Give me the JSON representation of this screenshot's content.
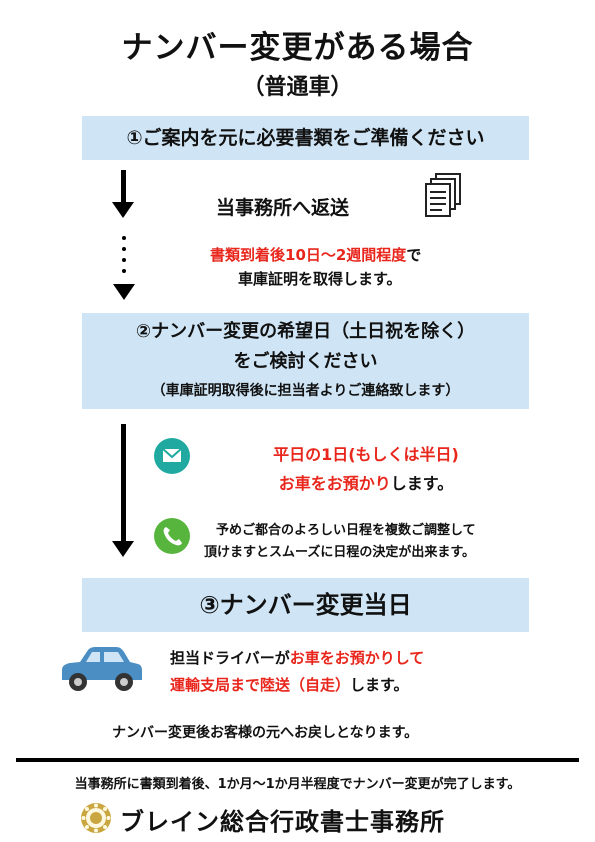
{
  "title": "ナンバー変更がある場合",
  "subtitle": "（普通車）",
  "step1": {
    "label": "①ご案内を元に必要書類をご準備ください"
  },
  "send": {
    "text": "当事務所へ返送",
    "icon": "documents-icon"
  },
  "acquire": {
    "red": "書類到着後10日～2週間程度",
    "rest1": "で",
    "line2": "車庫証明を取得します。"
  },
  "step2": {
    "line1": "②ナンバー変更の希望日（土日祝を除く）",
    "line2": "をご検討ください",
    "line3": "（車庫証明取得後に担当者よりご連絡致します）"
  },
  "mail": {
    "icon": "mail-icon",
    "line1": "平日の1日(もしくは半日)",
    "line2_red": "お車をお預かり",
    "line2_rest": "します。"
  },
  "phone": {
    "icon": "phone-icon",
    "line1": "予めご都合のよろしい日程を複数ご調整して",
    "line2": "頂けますとスムーズに日程の決定が出来ます。"
  },
  "step3": {
    "label": "③ナンバー変更当日"
  },
  "car": {
    "icon": "car-icon",
    "line1_plain": "担当ドライバーが",
    "line1_red": "お車をお預かりして",
    "line2_red": "運輸支局まで陸送（自走）",
    "line2_rest": "します。"
  },
  "after": "ナンバー変更後お客様の元へお戻しとなります。",
  "footer_note": "当事務所に書類到着後、1か月〜1か月半程度でナンバー変更が完了します。",
  "office_name": "ブレイン総合行政書士事務所",
  "colors": {
    "band": "#cfe5f5",
    "red": "#e8261c",
    "mail": "#1fa9a0",
    "phone": "#57b53d",
    "car": "#4a8ec4"
  }
}
